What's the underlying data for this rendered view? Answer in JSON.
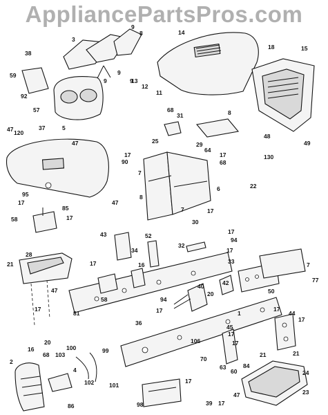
{
  "watermark": "AppliancePartsPros.com",
  "callouts": [
    {
      "id": "3",
      "text": "3"
    },
    {
      "id": "9a",
      "text": "9"
    },
    {
      "id": "8a",
      "text": "8"
    },
    {
      "id": "9b",
      "text": "9"
    },
    {
      "id": "9c",
      "text": "9"
    },
    {
      "id": "9d",
      "text": "9"
    },
    {
      "id": "14",
      "text": "14"
    },
    {
      "id": "18",
      "text": "18"
    },
    {
      "id": "15",
      "text": "15"
    },
    {
      "id": "38",
      "text": "38"
    },
    {
      "id": "59",
      "text": "59"
    },
    {
      "id": "92",
      "text": "92"
    },
    {
      "id": "57",
      "text": "57"
    },
    {
      "id": "5",
      "text": "5"
    },
    {
      "id": "13",
      "text": "13"
    },
    {
      "id": "12",
      "text": "12"
    },
    {
      "id": "11",
      "text": "11"
    },
    {
      "id": "68a",
      "text": "68"
    },
    {
      "id": "31",
      "text": "31"
    },
    {
      "id": "8b",
      "text": "8"
    },
    {
      "id": "47a",
      "text": "47"
    },
    {
      "id": "120",
      "text": "120"
    },
    {
      "id": "37",
      "text": "37"
    },
    {
      "id": "47b",
      "text": "47"
    },
    {
      "id": "25",
      "text": "25"
    },
    {
      "id": "48",
      "text": "48"
    },
    {
      "id": "130",
      "text": "130"
    },
    {
      "id": "49",
      "text": "49"
    },
    {
      "id": "17a",
      "text": "17"
    },
    {
      "id": "90",
      "text": "90"
    },
    {
      "id": "29",
      "text": "29"
    },
    {
      "id": "64",
      "text": "64"
    },
    {
      "id": "17b",
      "text": "17"
    },
    {
      "id": "68b",
      "text": "68"
    },
    {
      "id": "7a",
      "text": "7"
    },
    {
      "id": "6",
      "text": "6"
    },
    {
      "id": "22",
      "text": "22"
    },
    {
      "id": "95",
      "text": "95"
    },
    {
      "id": "17c",
      "text": "17"
    },
    {
      "id": "85",
      "text": "85"
    },
    {
      "id": "47c",
      "text": "47"
    },
    {
      "id": "17d",
      "text": "17"
    },
    {
      "id": "58",
      "text": "58"
    },
    {
      "id": "8c",
      "text": "8"
    },
    {
      "id": "7b",
      "text": "7"
    },
    {
      "id": "17e",
      "text": "17"
    },
    {
      "id": "30",
      "text": "30"
    },
    {
      "id": "43",
      "text": "43"
    },
    {
      "id": "52",
      "text": "52"
    },
    {
      "id": "17f",
      "text": "17"
    },
    {
      "id": "94a",
      "text": "94"
    },
    {
      "id": "32",
      "text": "32"
    },
    {
      "id": "34",
      "text": "34"
    },
    {
      "id": "17g",
      "text": "17"
    },
    {
      "id": "33",
      "text": "33"
    },
    {
      "id": "7c",
      "text": "7"
    },
    {
      "id": "28",
      "text": "28"
    },
    {
      "id": "21a",
      "text": "21"
    },
    {
      "id": "17h",
      "text": "17"
    },
    {
      "id": "16",
      "text": "16"
    },
    {
      "id": "40",
      "text": "40"
    },
    {
      "id": "42",
      "text": "42"
    },
    {
      "id": "50",
      "text": "50"
    },
    {
      "id": "77",
      "text": "77"
    },
    {
      "id": "47d",
      "text": "47"
    },
    {
      "id": "58b",
      "text": "58"
    },
    {
      "id": "81",
      "text": "81"
    },
    {
      "id": "94b",
      "text": "94"
    },
    {
      "id": "20a",
      "text": "20"
    },
    {
      "id": "17i",
      "text": "17"
    },
    {
      "id": "17j",
      "text": "17"
    },
    {
      "id": "36",
      "text": "36"
    },
    {
      "id": "1",
      "text": "1"
    },
    {
      "id": "17k",
      "text": "17"
    },
    {
      "id": "44",
      "text": "44"
    },
    {
      "id": "17l",
      "text": "17"
    },
    {
      "id": "20b",
      "text": "20"
    },
    {
      "id": "17m",
      "text": "17"
    },
    {
      "id": "106",
      "text": "106"
    },
    {
      "id": "45",
      "text": "45"
    },
    {
      "id": "17n",
      "text": "17"
    },
    {
      "id": "21b",
      "text": "21"
    },
    {
      "id": "21c",
      "text": "21"
    },
    {
      "id": "16b",
      "text": "16"
    },
    {
      "id": "100",
      "text": "100"
    },
    {
      "id": "99",
      "text": "99"
    },
    {
      "id": "70",
      "text": "70"
    },
    {
      "id": "63",
      "text": "63"
    },
    {
      "id": "60",
      "text": "60"
    },
    {
      "id": "84",
      "text": "84"
    },
    {
      "id": "2",
      "text": "2"
    },
    {
      "id": "68c",
      "text": "68"
    },
    {
      "id": "103",
      "text": "103"
    },
    {
      "id": "4",
      "text": "4"
    },
    {
      "id": "102",
      "text": "102"
    },
    {
      "id": "24",
      "text": "24"
    },
    {
      "id": "101",
      "text": "101"
    },
    {
      "id": "17o",
      "text": "17"
    },
    {
      "id": "86",
      "text": "86"
    },
    {
      "id": "98",
      "text": "98"
    },
    {
      "id": "39",
      "text": "39"
    },
    {
      "id": "17p",
      "text": "17"
    },
    {
      "id": "47e",
      "text": "47"
    },
    {
      "id": "23",
      "text": "23"
    }
  ]
}
